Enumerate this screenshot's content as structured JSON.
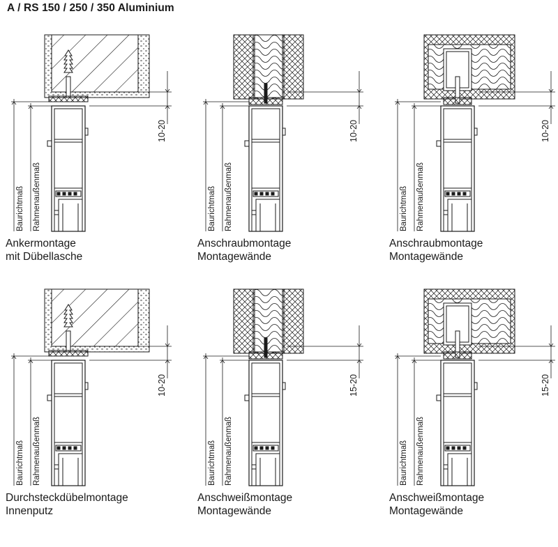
{
  "title": "A / RS 150 / 250 / 350 Aluminium",
  "labels": {
    "baurichtmass": "Baurichtmaß",
    "rahmenmass": "Rahmenaußenmaß"
  },
  "panels": [
    {
      "caption1": "Ankermontage",
      "caption2": "mit Dübellasche",
      "dim": "10-20",
      "wall": "concrete-plaster"
    },
    {
      "caption1": "Anschraubmontage",
      "caption2": "Montagewände",
      "dim": "10-20",
      "wall": "insulated-stud"
    },
    {
      "caption1": "Anschraubmontage",
      "caption2": "Montagewände",
      "dim": "10-20",
      "wall": "steel-profile"
    },
    {
      "caption1": "Durchsteckdübelmontage",
      "caption2": "Innenputz",
      "dim": "10-20",
      "wall": "concrete-plaster"
    },
    {
      "caption1": "Anschweißmontage",
      "caption2": "Montagewände",
      "dim": "15-20",
      "wall": "insulated-stud"
    },
    {
      "caption1": "Anschweißmontage",
      "caption2": "Montagewände",
      "dim": "15-20",
      "wall": "steel-profile"
    }
  ]
}
